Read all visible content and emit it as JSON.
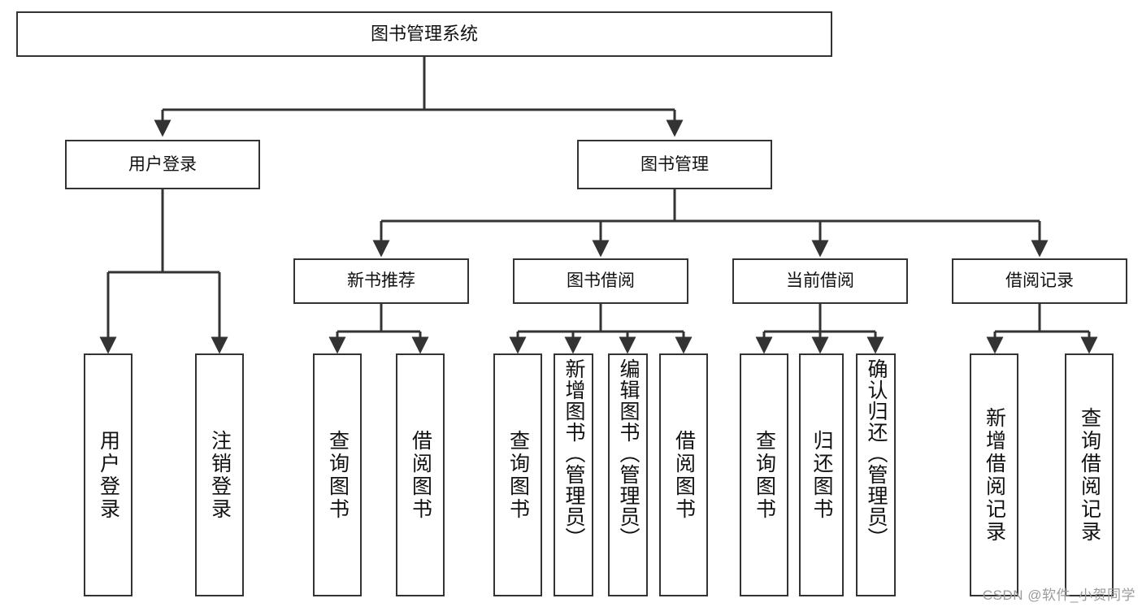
{
  "diagram": {
    "title": "图书管理系统",
    "style": {
      "box_border_color": "#333333",
      "box_fill_color": "#ffffff",
      "line_color": "#333333",
      "text_color": "#111111",
      "background": "#ffffff"
    },
    "levels": {
      "level1": [
        {
          "id": "root",
          "label": "图书管理系统"
        }
      ],
      "level2": [
        {
          "id": "user-login",
          "label": "用户登录"
        },
        {
          "id": "book-manage",
          "label": "图书管理"
        }
      ],
      "level3": [
        {
          "id": "new-book-rec",
          "label": "新书推荐"
        },
        {
          "id": "book-borrow",
          "label": "图书借阅"
        },
        {
          "id": "current-borrow",
          "label": "当前借阅"
        },
        {
          "id": "borrow-record",
          "label": "借阅记录"
        }
      ],
      "level4": [
        {
          "id": "leaf-user-login",
          "label": "用户登录",
          "parent": "user-login"
        },
        {
          "id": "leaf-user-logout",
          "label": "注销登录",
          "parent": "user-login"
        },
        {
          "id": "leaf-query-book-1",
          "label": "查询图书",
          "parent": "new-book-rec"
        },
        {
          "id": "leaf-borrow-book-1",
          "label": "借阅图书",
          "parent": "new-book-rec"
        },
        {
          "id": "leaf-query-book-2",
          "label": "查询图书",
          "parent": "book-borrow"
        },
        {
          "id": "leaf-add-book",
          "label": "新增图书（管理员）",
          "parent": "book-borrow"
        },
        {
          "id": "leaf-edit-book",
          "label": "编辑图书（管理员）",
          "parent": "book-borrow"
        },
        {
          "id": "leaf-borrow-book-2",
          "label": "借阅图书",
          "parent": "book-borrow"
        },
        {
          "id": "leaf-query-book-3",
          "label": "查询图书",
          "parent": "current-borrow"
        },
        {
          "id": "leaf-return-book",
          "label": "归还图书",
          "parent": "current-borrow"
        },
        {
          "id": "leaf-confirm-return",
          "label": "确认归还（管理员）",
          "parent": "current-borrow"
        },
        {
          "id": "leaf-add-record",
          "label": "新增借阅记录",
          "parent": "borrow-record"
        },
        {
          "id": "leaf-query-record",
          "label": "查询借阅记录",
          "parent": "borrow-record"
        }
      ]
    }
  },
  "watermark": {
    "text": "CSDN @软件_小贺同学"
  }
}
